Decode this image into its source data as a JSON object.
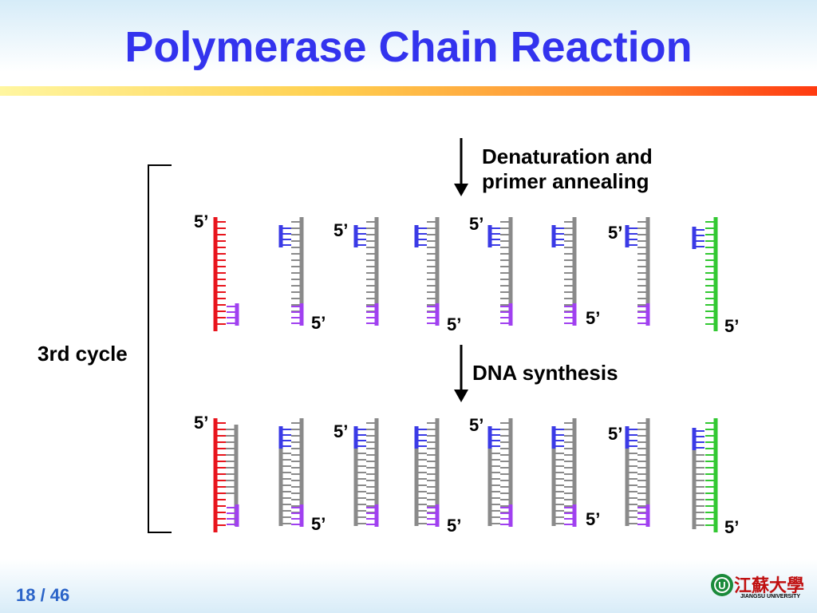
{
  "title": "Polymerase Chain Reaction",
  "cycle_label": "3rd cycle",
  "step1_label_line1": "Denaturation and",
  "step1_label_line2": "primer annealing",
  "step2_label": "DNA synthesis",
  "end_label": "5’",
  "page": "18 / 46",
  "logo": {
    "name_cn": "江蘇大學",
    "name_en": "JIANGSU UNIVERSITY",
    "emblem_letter": "U"
  },
  "colors": {
    "template_full": "#e8141c",
    "template_other": "#32c832",
    "strand_gray": "#8a8a8a",
    "primer_blue": "#3a3ae6",
    "primer_purple": "#a040f0",
    "title": "#3333ee"
  },
  "strand_sets": [
    {
      "name": "after-annealing",
      "strands": [
        {
          "kind": "red-full"
        },
        {
          "kind": "gray-primer"
        },
        {
          "kind": "gray-primer"
        },
        {
          "kind": "gray-primer"
        },
        {
          "kind": "gray-primer"
        },
        {
          "kind": "gray-primer"
        },
        {
          "kind": "gray-primer"
        },
        {
          "kind": "green-full"
        }
      ]
    },
    {
      "name": "after-synthesis",
      "strands": [
        {
          "kind": "red-full"
        },
        {
          "kind": "gray-primer"
        },
        {
          "kind": "gray-primer"
        },
        {
          "kind": "gray-primer"
        },
        {
          "kind": "gray-primer"
        },
        {
          "kind": "gray-primer"
        },
        {
          "kind": "gray-primer"
        },
        {
          "kind": "green-full"
        }
      ]
    }
  ]
}
